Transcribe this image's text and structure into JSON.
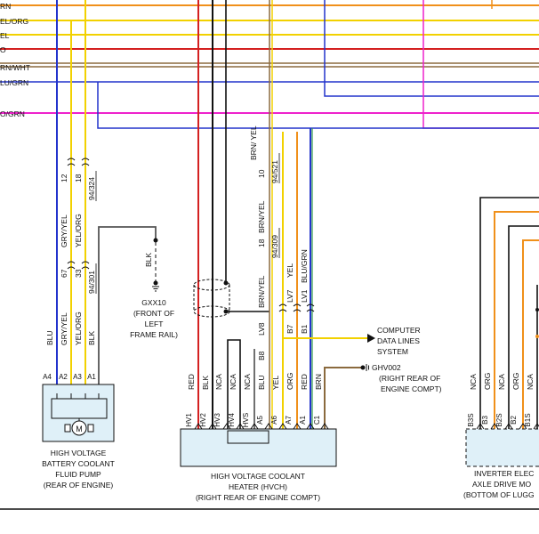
{
  "colors": {
    "blu": "#2233cc",
    "yel": "#f2d100",
    "red": "#d42020",
    "blk": "#111111",
    "brn": "#8b6a3e",
    "org": "#f0901a",
    "pink": "#ee22cc",
    "gray": "#555555",
    "module": "#dff0f8"
  },
  "top_wires": [
    "RN",
    "EL/ORG",
    "EL",
    "O",
    "RN/WHT",
    "LU/GRN",
    "O/GRN"
  ],
  "pump": {
    "caption": [
      "HIGH VOLTAGE",
      "BATTERY COOLANT",
      "FLUID PUMP",
      "(REAR OF ENGINE)"
    ],
    "motor": "M",
    "pins": [
      "A4",
      "A2",
      "A3",
      "A1"
    ],
    "wires": [
      "BLU",
      "GRY/YEL",
      "YEL/ORG",
      "BLK"
    ],
    "cav_mid": [
      "67",
      "33"
    ],
    "cav_top": [
      "12",
      "18"
    ],
    "ref_mid": "94/301",
    "ref_top": "94/324"
  },
  "ground1": {
    "wire": "BLK",
    "id": "GXX10",
    "caption": [
      "(FRONT OF",
      "LEFT",
      "FRAME RAIL)"
    ]
  },
  "heater": {
    "caption": [
      "HIGH VOLTAGE COOLANT",
      "HEATER (HVCH)",
      "(RIGHT REAR OF ENGINE COMPT)"
    ],
    "pins": [
      "HV1",
      "HV2",
      "HV3",
      "HV4",
      "HVS",
      "A5",
      "A6",
      "A7",
      "A1",
      "C1"
    ],
    "wires": [
      "RED",
      "BLK",
      "NCA",
      "NCA",
      "NCA",
      "BLU",
      "YEL",
      "ORG",
      "RED",
      "BRN"
    ],
    "inline": [
      "B8",
      "B7",
      "B1"
    ],
    "upper_pins": [
      "LV8",
      "LV7",
      "LV1"
    ],
    "upper_wires": [
      "BRN/YEL",
      "YEL",
      "BLU/GRN"
    ],
    "wire18": "BRN/YEL",
    "cav18": "18",
    "ref18": "94/309",
    "wire10": "BRN/ YEL",
    "cav10": "10",
    "ref10": "94/521"
  },
  "data_lines": [
    "COMPUTER",
    "DATA LINES",
    "SYSTEM"
  ],
  "ground2": {
    "id": "GHV002",
    "caption": [
      "(RIGHT REAR OF",
      "ENGINE COMPT)"
    ]
  },
  "inverter": {
    "caption": [
      "INVERTER ELEC",
      "AXLE DRIVE MO",
      "(BOTTOM OF LUGG"
    ],
    "pins": [
      "B3S",
      "B3",
      "B2S",
      "B2",
      "B1S"
    ],
    "wires": [
      "NCA",
      "ORG",
      "NCA",
      "ORG",
      "NCA"
    ]
  }
}
